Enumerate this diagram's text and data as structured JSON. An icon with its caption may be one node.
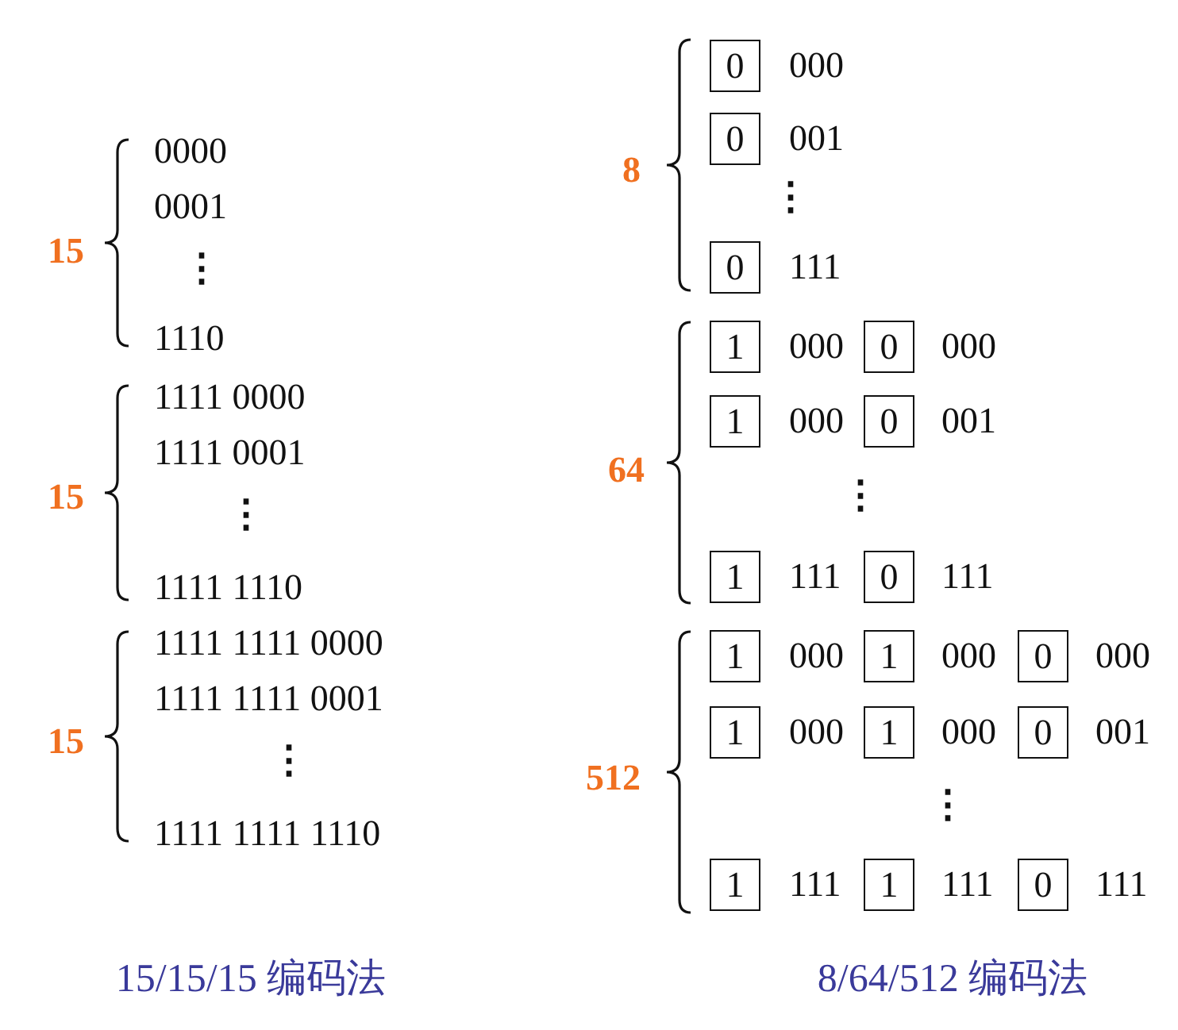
{
  "diagram": {
    "nodes": [
      {
        "text": [
          "0"
        ]
      },
      {
        "text": [
          "0"
        ]
      },
      {
        "text": [
          "0"
        ]
      },
      {
        "text": [
          "1"
        ]
      },
      {
        "text": [
          "0"
        ]
      },
      {
        "text": [
          "1"
        ]
      },
      {
        "text": [
          "0"
        ]
      },
      {
        "text": [
          "1"
        ]
      },
      {
        "text": [
          "0"
        ]
      },
      {
        "text": [
          "1"
        ]
      },
      {
        "text": [
          "1"
        ]
      },
      {
        "text": [
          "0"
        ]
      },
      {
        "text": [
          "1"
        ]
      },
      {
        "text": [
          "1"
        ]
      },
      {
        "text": [
          "0"
        ]
      },
      {
        "text": [
          "1"
        ]
      },
      {
        "text": [
          "1"
        ]
      },
      {
        "text": [
          "0"
        ]
      }
    ],
    "labels": [
      "15",
      "0000",
      "0001",
      "⋮",
      "1110",
      "15",
      "1111 0000",
      "1111 0001",
      "⋮",
      "1111 1110",
      "15",
      "1111 1111 0000",
      "1111 1111 0001",
      "⋮",
      "1111 1111 1110",
      "8",
      "000",
      "001",
      "⋮",
      "111",
      "64",
      "000",
      "000",
      "000",
      "001",
      "⋮",
      "111",
      "111",
      "512",
      "000",
      "000",
      "000",
      "000",
      "000",
      "001",
      "⋮",
      "111",
      "111",
      "111",
      "15/15/15 编码法",
      "8/64/512 编码法"
    ]
  }
}
